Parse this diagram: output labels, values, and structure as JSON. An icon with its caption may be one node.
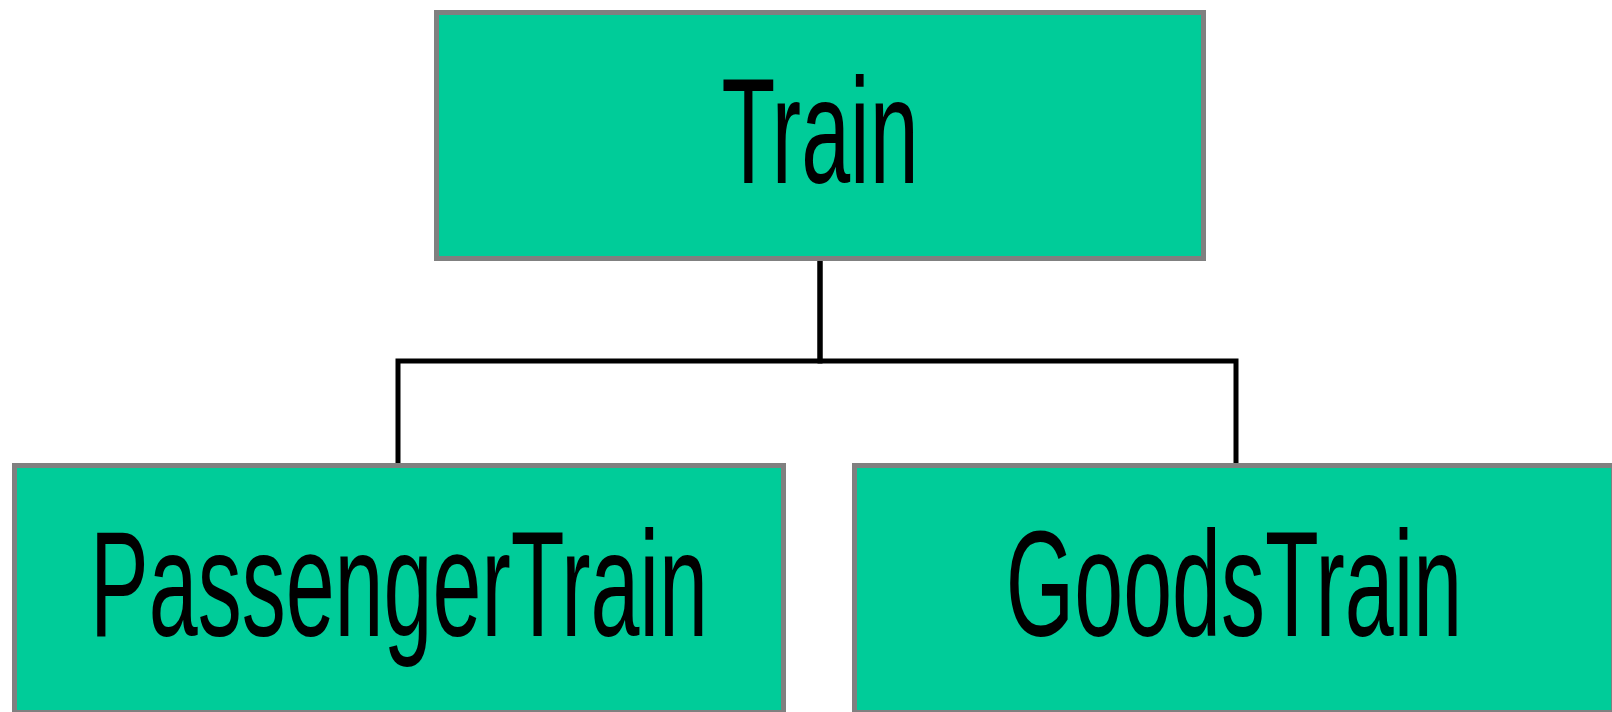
{
  "diagram": {
    "nodes": [
      {
        "text": [
          "Train"
        ]
      },
      {
        "text": [
          "PassengerTrain"
        ]
      },
      {
        "text": [
          "GoodsTrain"
        ]
      }
    ],
    "edges": [
      {
        "from": 0,
        "to": 1,
        "arrow": "none"
      },
      {
        "from": 0,
        "to": 2,
        "arrow": "none"
      }
    ]
  }
}
